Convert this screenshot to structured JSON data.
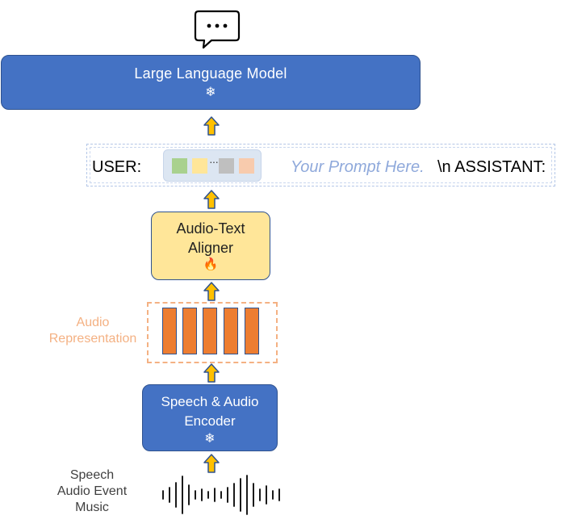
{
  "llm": {
    "title": "Large Language Model",
    "icon": "snowflake-icon",
    "icon_glyph": "❄",
    "color": "#4472C4"
  },
  "prompt": {
    "user": "USER:",
    "token_dots": "····",
    "placeholder": "Your Prompt Here.",
    "assistant": "\\n ASSISTANT:",
    "token_colors": [
      "#A9D18E",
      "#FFE699",
      "#BFBFBF",
      "#F8CBAD"
    ]
  },
  "aligner": {
    "line1": "Audio-Text",
    "line2": "Aligner",
    "icon": "fire-icon",
    "icon_glyph": "🔥",
    "color": "#FFE699"
  },
  "representation": {
    "label_line1": "Audio",
    "label_line2": "Representation",
    "bar_color": "#ED7D31",
    "bar_count": 5
  },
  "encoder": {
    "line1": "Speech & Audio",
    "line2": "Encoder",
    "icon": "snowflake-icon",
    "icon_glyph": "❄",
    "color": "#4472C4"
  },
  "inputs": {
    "line1": "Speech",
    "line2": "Audio Event",
    "line3": "Music"
  },
  "output_icon": "chat-bubble-icon",
  "arrow_color": "#FFC000"
}
